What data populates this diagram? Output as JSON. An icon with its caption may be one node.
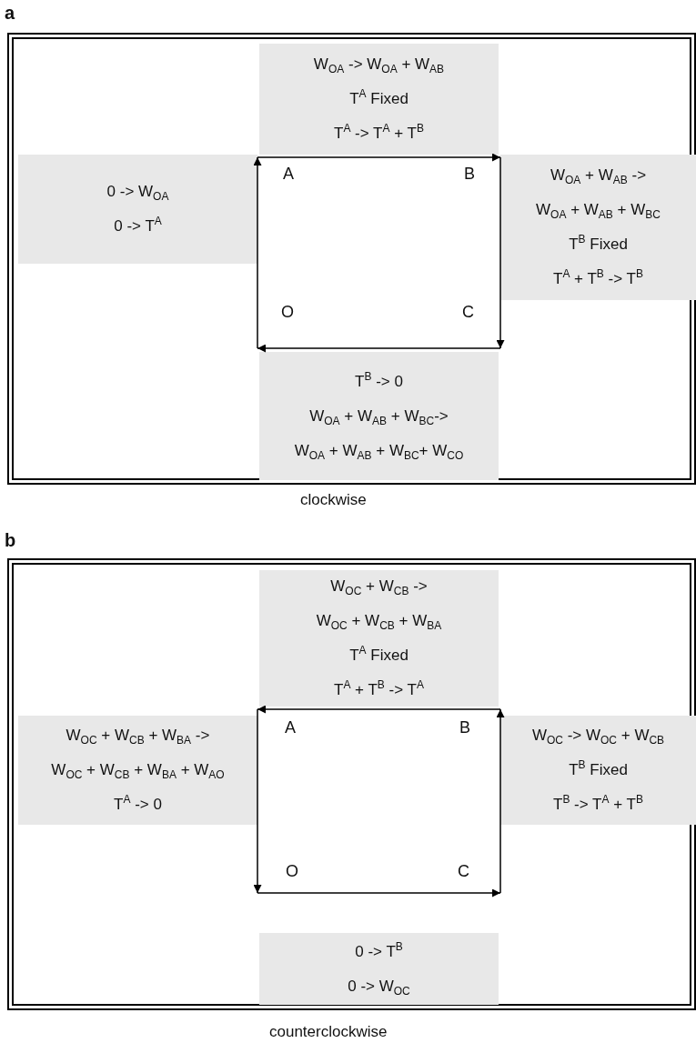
{
  "diagram": {
    "nodes": [
      {
        "text": [
          "a"
        ],
        "beside": [
          "clockwise"
        ]
      },
      {
        "text": [
          "W$_{OA}$ -> W$_{OA}$ + W$_{AB}$",
          "T$^{A}$ Fixed",
          "T$^{A}$ -> T$^{A}$ + T$^{B}$"
        ],
        "in": 0
      },
      {
        "text": [
          "0 -> W$_{OA}$",
          "0 -> T$^{A}$"
        ],
        "in": 0
      },
      {
        "text": [
          "A"
        ],
        "in": 0
      },
      {
        "text": [
          "B"
        ],
        "in": 0
      },
      {
        "text": [
          "W$_{OA}$ + W$_{AB}$ -> W$_{OA}$ + W$_{AB}$ + W$_{BC}$",
          "T$^{B}$ Fixed",
          "T$^{A}$ + T$^{B}$ -> T$^{B}$"
        ],
        "in": 0
      },
      {
        "text": [
          "O"
        ],
        "in": 0
      },
      {
        "text": [
          "C"
        ],
        "in": 0
      },
      {
        "text": [
          "T$^{B}$ -> 0",
          "W$_{OA}$ + W$_{AB}$ + W$_{BC}$-> W$_{OA}$ + W$_{AB}$ + W$_{BC}$+ W$_{CO}$"
        ],
        "in": 0
      },
      {
        "text": [
          "b"
        ],
        "beside": [
          "counterclockwise"
        ]
      },
      {
        "text": [
          "W$_{OC}$ + W$_{CB}$ -> W$_{OC}$ + W$_{CB}$ + W$_{BA}$",
          "T$^{A}$ Fixed",
          "T$^{A}$ + T$^{B}$ -> T$^{A}$"
        ],
        "in": 9
      },
      {
        "text": [
          "W$_{OC}$ + W$_{CB}$ + W$_{BA}$ -> W$_{OC}$ + W$_{CB}$ + W$_{BA}$ + W$_{AO}$",
          "T$^{A}$ -> 0"
        ],
        "in": 9
      },
      {
        "text": [
          "A"
        ],
        "in": 9
      },
      {
        "text": [
          "B"
        ],
        "in": 9
      },
      {
        "text": [
          "W$_{OC}$ -> W$_{OC}$ + W$_{CB}$",
          "T$^{B}$ Fixed",
          "T$^{B}$ -> T$^{A}$ + T$^{B}$"
        ],
        "in": 9
      },
      {
        "text": [
          "O"
        ],
        "in": 9
      },
      {
        "text": [
          "C"
        ],
        "in": 9
      },
      {
        "text": [
          "0 -> T$^{B}$",
          "0 -> W$_{OC}$"
        ],
        "in": 9
      }
    ],
    "edges": [
      {
        "from": 6,
        "to": 3,
        "arrow": "to"
      },
      {
        "from": 3,
        "to": 4,
        "arrow": "to"
      },
      {
        "from": 4,
        "to": 7,
        "arrow": "to"
      },
      {
        "from": 7,
        "to": 6,
        "arrow": "to"
      },
      {
        "from": 12,
        "to": 15,
        "arrow": "to"
      },
      {
        "from": 13,
        "to": 12,
        "arrow": "to"
      },
      {
        "from": 16,
        "to": 13,
        "arrow": "to"
      },
      {
        "from": 15,
        "to": 16,
        "arrow": "to"
      }
    ]
  }
}
